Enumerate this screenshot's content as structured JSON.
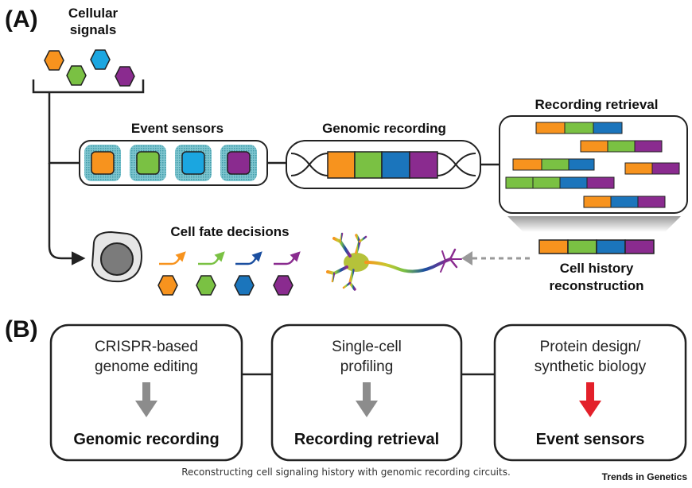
{
  "panel_a": {
    "label": "(A)",
    "cellular_signals": [
      "Cellular",
      "signals"
    ],
    "event_sensors": "Event sensors",
    "genomic_recording": "Genomic recording",
    "recording_retrieval": "Recording retrieval",
    "cell_fate_decisions": "Cell fate decisions",
    "cell_history": [
      "Cell history",
      "reconstruction"
    ]
  },
  "panel_b": {
    "label": "(B)",
    "boxes": [
      {
        "top": [
          "CRISPR-based",
          "genome editing"
        ],
        "bottom": "Genomic recording",
        "arrow_color": "#8c8c8c"
      },
      {
        "top": [
          "Single-cell",
          "profiling"
        ],
        "bottom": "Recording retrieval",
        "arrow_color": "#8c8c8c"
      },
      {
        "top": [
          "Protein design/",
          "synthetic biology"
        ],
        "bottom": "Event sensors",
        "arrow_color": "#e3202a"
      }
    ]
  },
  "caption": "Reconstructing cell signaling history with genomic recording circuits.",
  "journal": "Trends in Genetics",
  "colors": {
    "orange": "#f7931e",
    "green": "#7ac143",
    "blue": "#1b75bc",
    "cyan": "#1ba6e0",
    "purple": "#8a2b8f"
  }
}
